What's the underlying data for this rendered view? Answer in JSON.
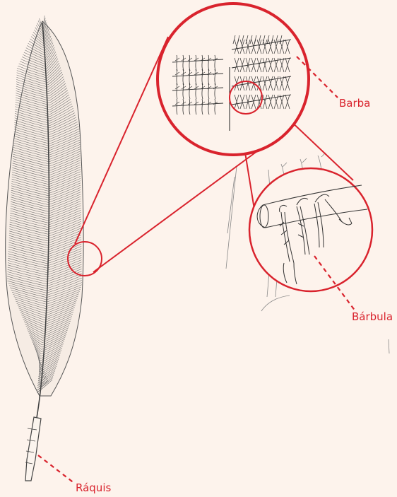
{
  "labels": {
    "barba": "Barba",
    "barbula": "Bárbula",
    "raquis": "Ráquis"
  },
  "colors": {
    "accent": "#d9232d",
    "ink": "#3a3a3a",
    "background": "#fdf3ec"
  }
}
